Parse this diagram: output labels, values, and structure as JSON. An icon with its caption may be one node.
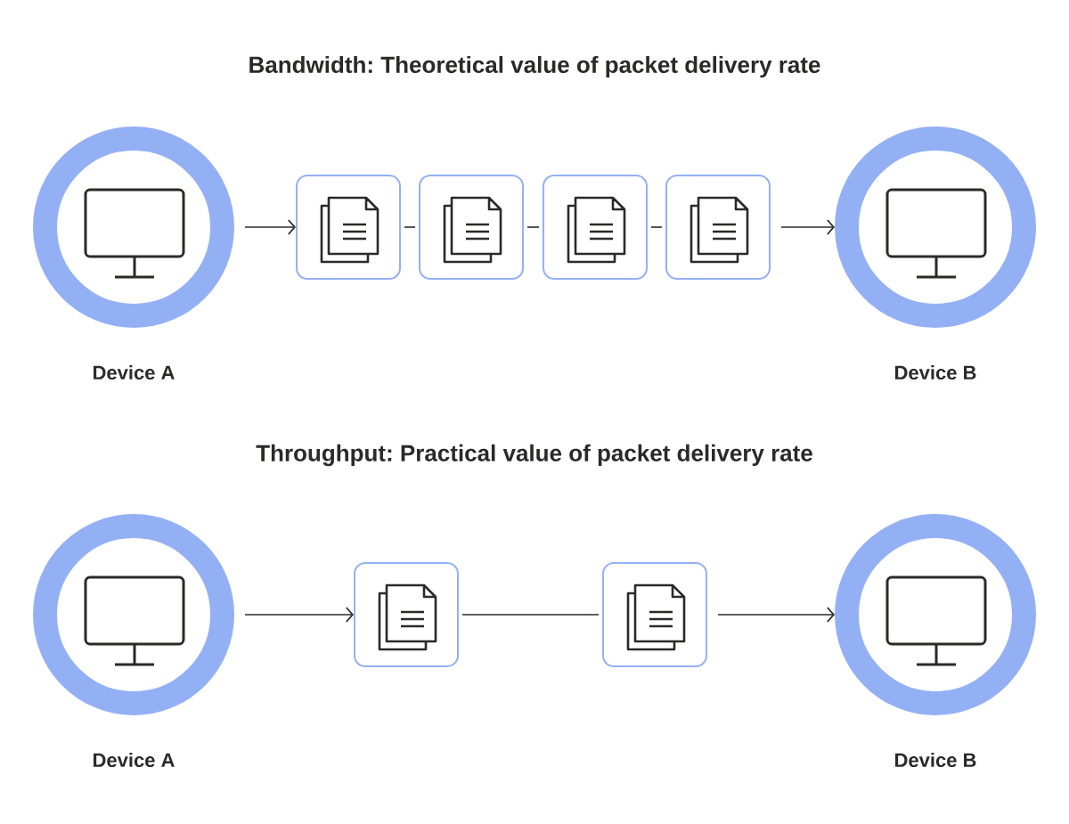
{
  "diagram": {
    "nodes": [
      {
        "text": [
          "Device A"
        ]
      },
      {
        "text": [],
        "shape": "box"
      },
      {
        "text": [],
        "shape": "box"
      },
      {
        "text": [],
        "shape": "box"
      },
      {
        "text": [],
        "shape": "box"
      },
      {
        "text": [
          "Device B"
        ]
      },
      {
        "text": [
          "Device A"
        ]
      },
      {
        "text": [],
        "shape": "box"
      },
      {
        "text": [],
        "shape": "box"
      },
      {
        "text": [
          "Device B"
        ]
      }
    ],
    "edges": [
      {
        "from": 0,
        "to": 1,
        "arrow": "to"
      },
      {
        "from": 1,
        "to": 2,
        "arrow": "none"
      },
      {
        "from": 2,
        "to": 3,
        "arrow": "none"
      },
      {
        "from": 3,
        "to": 4,
        "arrow": "none"
      },
      {
        "from": 4,
        "to": 5,
        "arrow": "to"
      },
      {
        "from": 6,
        "to": 7,
        "arrow": "to"
      },
      {
        "from": 7,
        "to": 8,
        "arrow": "none"
      },
      {
        "from": 8,
        "to": 9,
        "arrow": "to"
      }
    ],
    "labels": [
      "Bandwidth: Theoretical value of packet delivery rate",
      "Throughput: Practical value of packet delivery rate"
    ]
  }
}
